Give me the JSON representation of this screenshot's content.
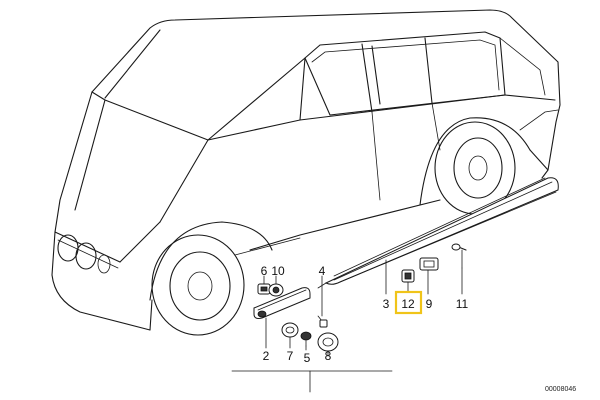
{
  "diagram": {
    "highlight_color": "#f0c419",
    "part_labels": {
      "p2": "2",
      "p3": "3",
      "p4": "4",
      "p5": "5",
      "p6": "6",
      "p7": "7",
      "p8": "8",
      "p9": "9",
      "p10": "10",
      "p11": "11",
      "p12": "12"
    },
    "highlighted_part": "12",
    "drawing_code": "00008046"
  }
}
